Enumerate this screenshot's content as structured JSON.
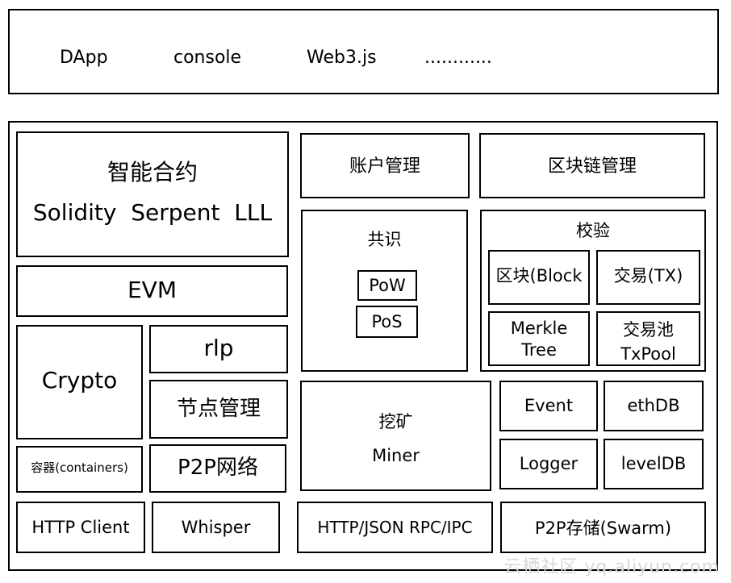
{
  "top_bar": {
    "items": [
      "DApp",
      "console",
      "Web3.js",
      "............"
    ]
  },
  "smart_contract": {
    "title": "智能合约",
    "languages": "Solidity  Serpent  LLL"
  },
  "evm": "EVM",
  "crypto": "Crypto",
  "rlp": "rlp",
  "node_management": "节点管理",
  "containers": "容器(containers)",
  "p2p_network": "P2P网络",
  "http_client": "HTTP Client",
  "whisper": "Whisper",
  "account_management": "账户管理",
  "blockchain_management": "区块链管理",
  "consensus": {
    "title": "共识",
    "items": [
      "PoW",
      "PoS"
    ]
  },
  "validation": {
    "title": "校验",
    "block": "区块(Block",
    "tx": "交易(TX)",
    "merkle": [
      "Merkle",
      "Tree"
    ],
    "txpool": [
      "交易池",
      "TxPool"
    ]
  },
  "miner": {
    "title": "挖矿",
    "subtitle": "Miner"
  },
  "event": "Event",
  "ethdb": "ethDB",
  "logger": "Logger",
  "leveldb": "levelDB",
  "rpc": "HTTP/JSON RPC/IPC",
  "p2p_storage": "P2P存储(Swarm)",
  "watermark": "云栖社区 yq.aliyun.com"
}
